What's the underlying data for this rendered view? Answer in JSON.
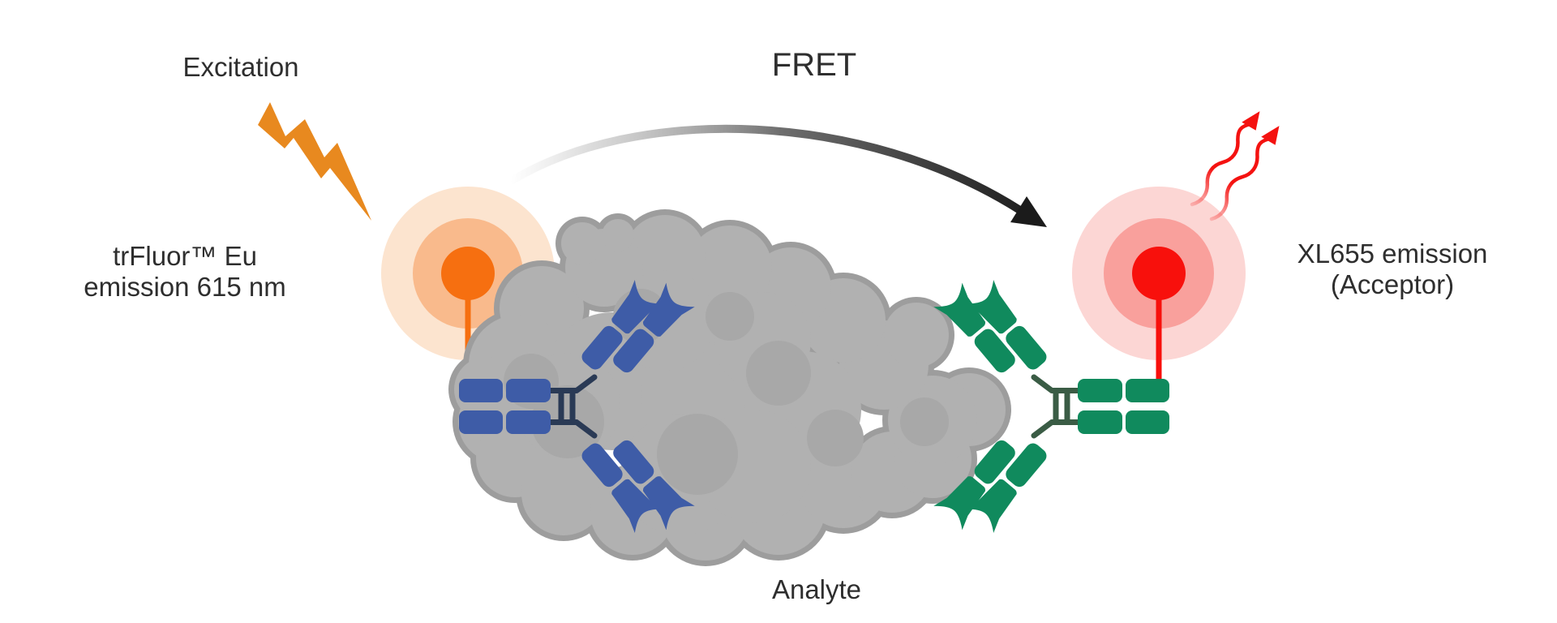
{
  "diagram_title": "FRET",
  "labels": {
    "excitation": "Excitation",
    "donor": {
      "line1": "trFluor™ Eu",
      "line2": "emission 615 nm"
    },
    "acceptor": {
      "line1": "XL655 emission",
      "line2": "(Acceptor)"
    },
    "analyte": "Analyte"
  },
  "icons": {
    "excitation_bolt": "lightning-bolt",
    "fret_arrow": "curved-gradient-arrow",
    "emission_waves": "red-wavy-emission-arrows"
  },
  "colors": {
    "donor_core": "#F66F10",
    "donor_glow_mid": "#F9BA8C",
    "donor_glow_outer": "#FCE4CF",
    "excitation_bolt": "#E8891F",
    "donor_antibody": "#3E5CA7",
    "donor_antibody_hinge": "#2A3A55",
    "acceptor_core": "#F8100C",
    "acceptor_glow_mid": "#F9A09C",
    "acceptor_glow_outer": "#FCD6D4",
    "acceptor_antibody": "#108A5D",
    "acceptor_antibody_hinge": "#3A5C45",
    "emission_wave": "#F41210",
    "analyte_fill": "#B1B1B1",
    "analyte_edge": "#9D9D9D",
    "analyte_patch": "#A8A8A8",
    "fret_arrow_dark": "#1B1B1B",
    "text": "#2E2E2E"
  }
}
